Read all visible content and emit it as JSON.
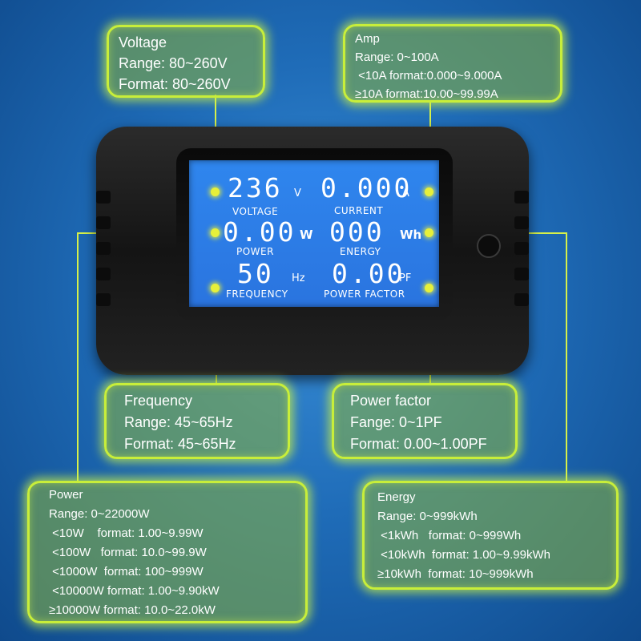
{
  "callouts": {
    "voltage": {
      "title": "Voltage",
      "lines": [
        "Range: 80~260V",
        "Format: 80~260V"
      ]
    },
    "amp": {
      "title": "Amp",
      "lines": [
        "Range: 0~100A",
        " <10A format:0.000~9.000A",
        "≥10A format:10.00~99.99A"
      ]
    },
    "frequency": {
      "title": "Frequency",
      "lines": [
        "Range: 45~65Hz",
        "Format: 45~65Hz"
      ]
    },
    "power_factor": {
      "title": "Power factor",
      "lines": [
        "Fange: 0~1PF",
        "Format: 0.00~1.00PF"
      ]
    },
    "power": {
      "title": "Power",
      "lines": [
        "Range: 0~22000W",
        " <10W    format: 1.00~9.99W",
        " <100W   format: 10.0~99.9W",
        " <1000W  format: 100~999W",
        " <10000W format: 1.00~9.90kW",
        "≥10000W format: 10.0~22.0kW"
      ]
    },
    "energy": {
      "title": "Energy",
      "lines": [
        "Range: 0~999kWh",
        " <1kWh   format: 0~999Wh",
        " <10kWh  format: 1.00~9.99kWh",
        "≥10kWh  format: 10~999kWh"
      ]
    }
  },
  "display": {
    "voltage": {
      "value": "236",
      "unit": "V",
      "label": "VOLTAGE"
    },
    "current": {
      "value": "0.000",
      "unit": "A",
      "label": "CURRENT"
    },
    "power": {
      "value": "0.00",
      "unit": "W",
      "label": "POWER"
    },
    "energy": {
      "value": "000",
      "unit": "Wh",
      "label": "ENERGY"
    },
    "frequency": {
      "value": "50",
      "unit": "Hz",
      "label": "FREQUENCY"
    },
    "power_factor": {
      "value": "0.00",
      "unit": "PF",
      "label": "POWER FACTOR"
    }
  },
  "colors": {
    "background": "#1f6cb8",
    "callout_border": "#c8ee3a",
    "lcd": "#2a7ae6",
    "indicator": "#e6f03a"
  }
}
